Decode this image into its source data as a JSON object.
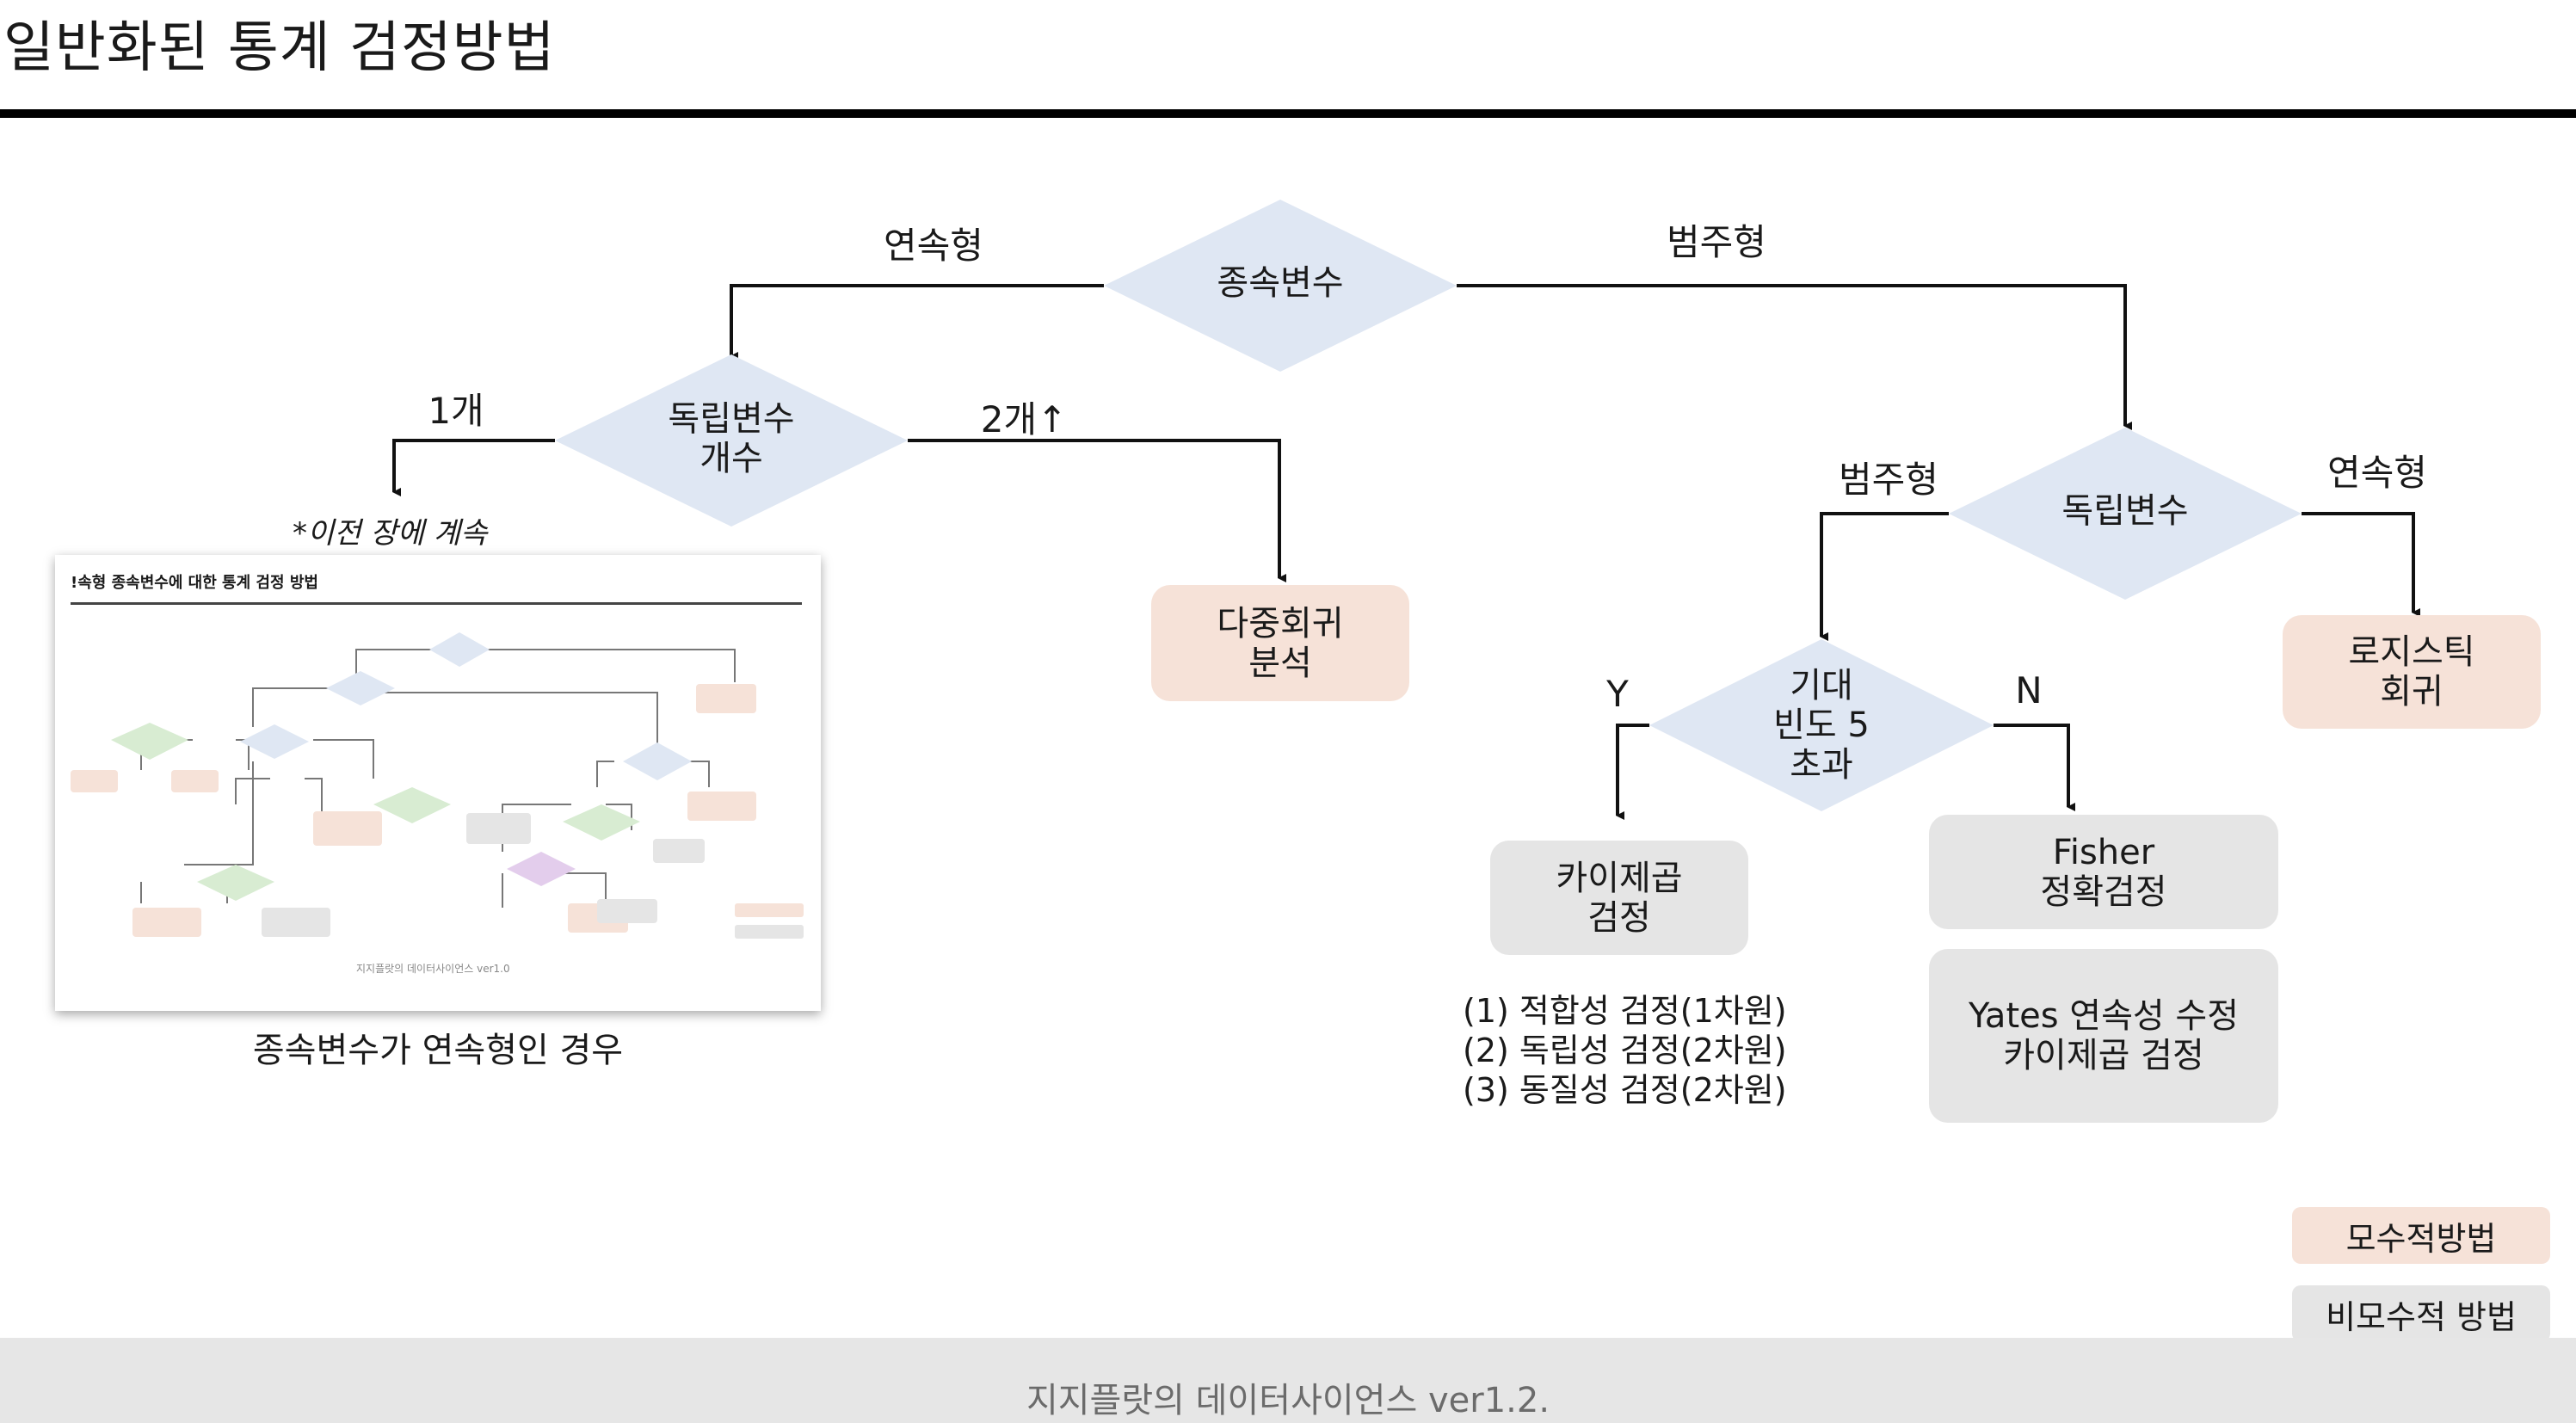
{
  "title": "일반화된 통계 검정방법",
  "colors": {
    "decision": "#dfe7f3",
    "parametric": "#f6e2d8",
    "nonparametric": "#e5e5e5"
  },
  "nodes": {
    "dependent": "종속변수",
    "indep_count": "독립변수\n개수",
    "indep_var": "독립변수",
    "expected_freq": "기대\n빈도 5\n초과"
  },
  "edges": {
    "continuous_left": "연속형",
    "categorical_right": "범주형",
    "one": "1개",
    "two_plus": "2개↑",
    "categorical_2": "범주형",
    "continuous_2": "연속형",
    "yes": "Y",
    "no": "N"
  },
  "results": {
    "multiple_regression": "다중회귀\n분석",
    "logistic": "로지스틱\n회귀",
    "chi_square": "카이제곱\n검정",
    "fisher": "Fisher\n정확검정",
    "yates": "Yates 연속성 수정\n카이제곱 검정"
  },
  "note_previous": "*이전 장에 계속",
  "thumbnail": {
    "title": "!속형  종속변수에 대한 통계 검정 방법",
    "caption": "종속변수가 연속형인 경우",
    "footer": "지지플랏의 데이터사이언스 ver1.0"
  },
  "chi_square_uses": "(1) 적합성 검정(1차원)\n(2) 독립성 검정(2차원)\n(3) 동질성 검정(2차원)",
  "legend": {
    "parametric": "모수적방법",
    "nonparametric": "비모수적 방법"
  },
  "footer": "지지플랏의 데이터사이언스 ver1.2."
}
